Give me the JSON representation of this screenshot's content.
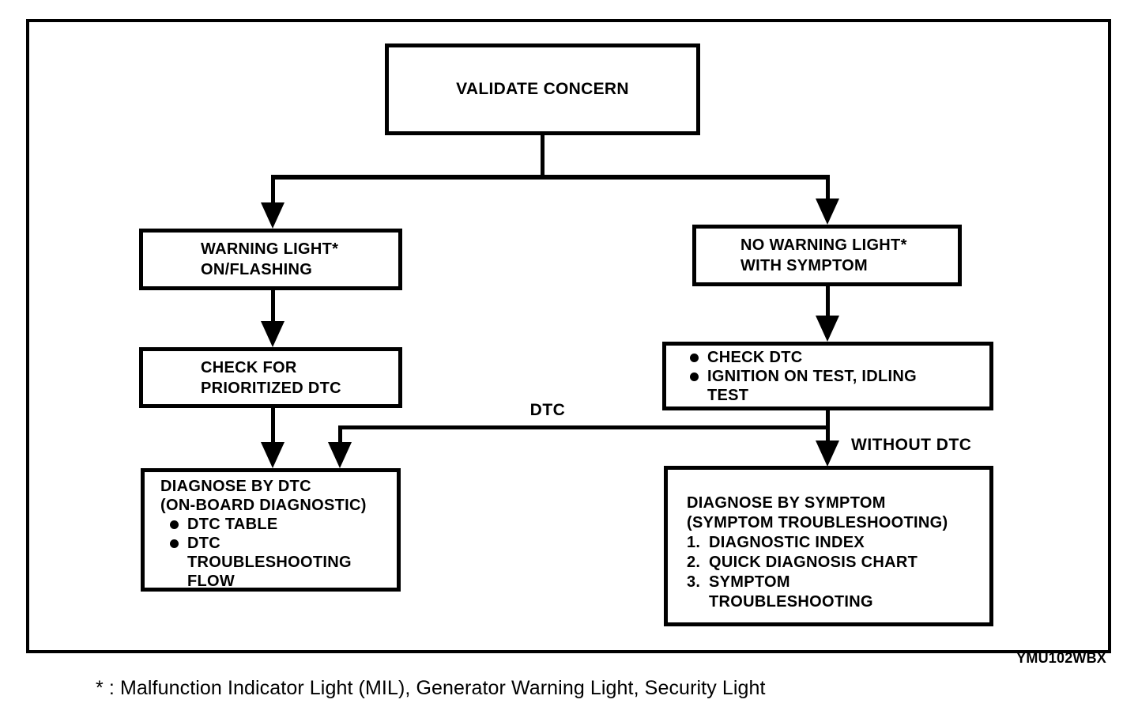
{
  "page": {
    "paper_color": "#ffffff",
    "ink_color": "#000000"
  },
  "diagram": {
    "nodes": {
      "validate": {
        "label": "VALIDATE CONCERN"
      },
      "warning_light": {
        "line1": "WARNING LIGHT*",
        "line2": "ON/FLASHING"
      },
      "no_warning_light": {
        "line1": "NO WARNING LIGHT*",
        "line2": "WITH SYMPTOM"
      },
      "check_prioritized": {
        "line1": "CHECK FOR",
        "line2": "PRIORITIZED DTC"
      },
      "check_dtc": {
        "item1": "CHECK DTC",
        "item2": "IGNITION ON TEST, IDLING TEST"
      },
      "diagnose_dtc": {
        "line1": "DIAGNOSE BY DTC",
        "line2": "(ON-BOARD DIAGNOSTIC)",
        "item1": "DTC TABLE",
        "item2": "DTC TROUBLESHOOTING FLOW"
      },
      "diagnose_symptom": {
        "line1": "DIAGNOSE BY SYMPTOM",
        "line2": "(SYMPTOM TROUBLESHOOTING)",
        "items": [
          {
            "num": "1.",
            "text": "DIAGNOSTIC INDEX"
          },
          {
            "num": "2.",
            "text": "QUICK DIAGNOSIS CHART"
          },
          {
            "num": "3.",
            "text": "SYMPTOM TROUBLESHOOTING"
          }
        ]
      }
    },
    "edge_labels": {
      "dtc": "DTC",
      "without_dtc": "WITHOUT DTC"
    },
    "figure_code": "YMU102WBX",
    "footnote": "* : Malfunction Indicator Light (MIL), Generator Warning Light, Security Light"
  }
}
